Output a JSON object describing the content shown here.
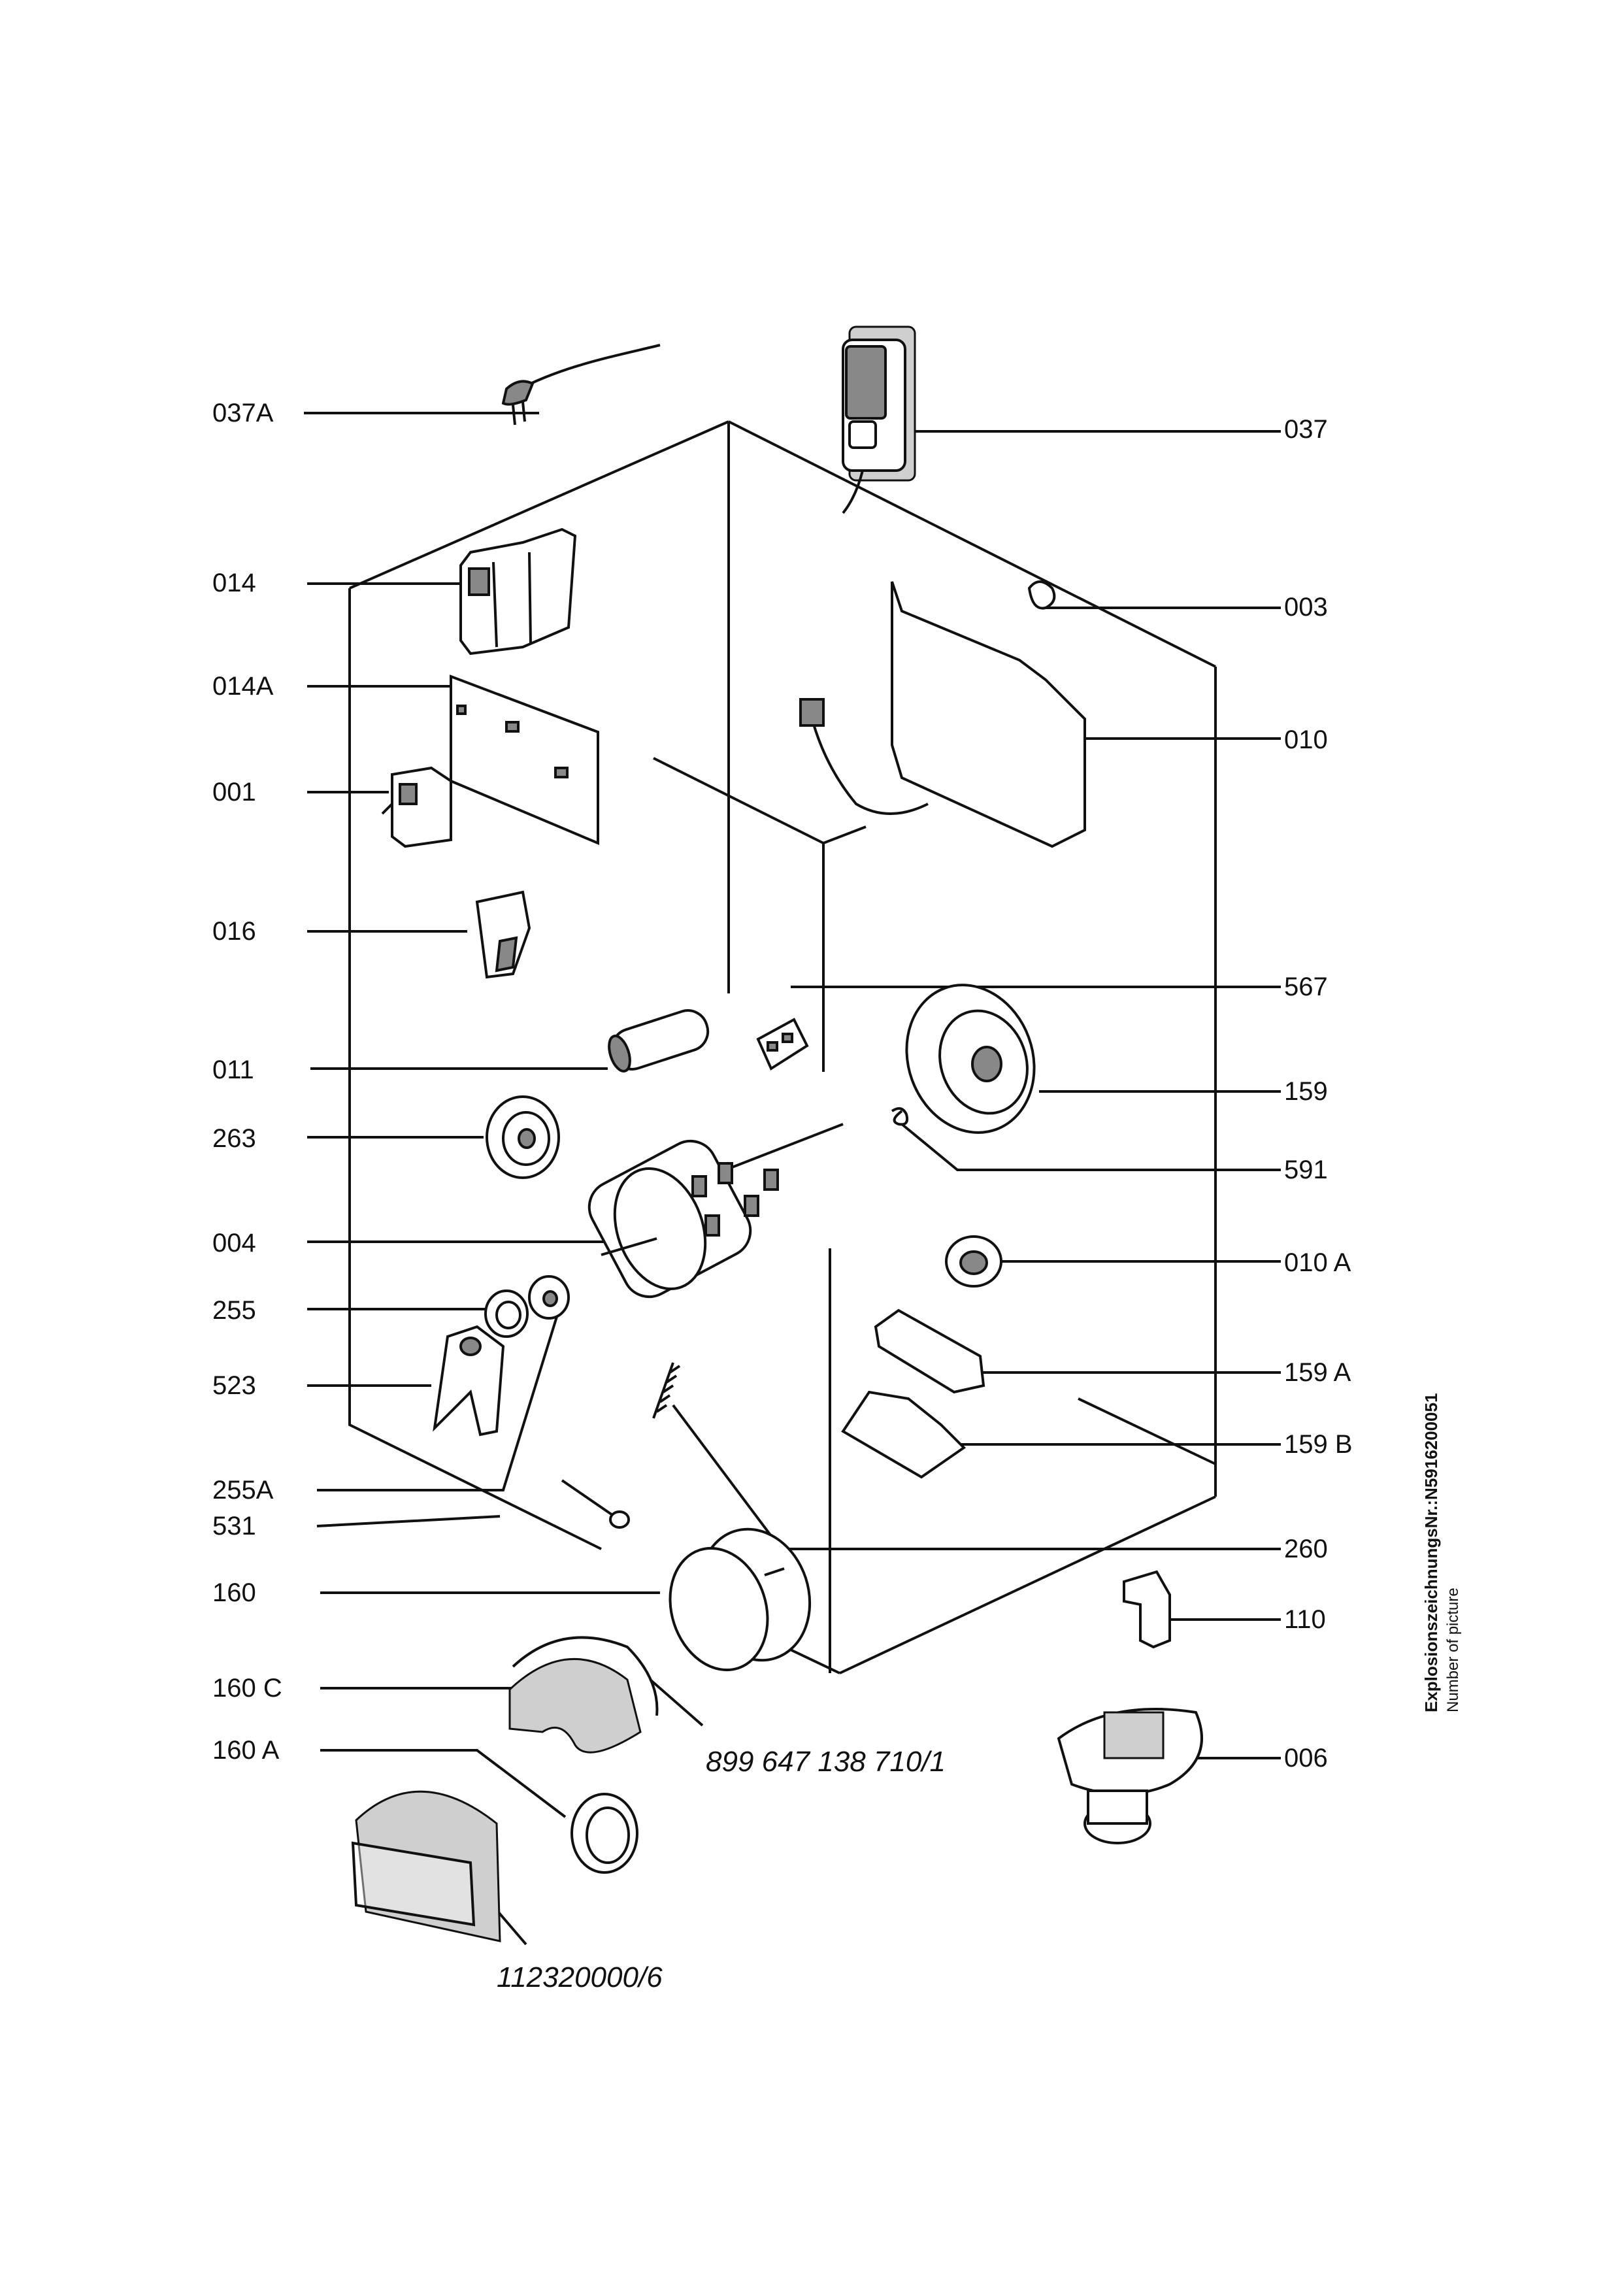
{
  "diagram": {
    "labels": {
      "l037A": "037A",
      "l037": "037",
      "l014": "014",
      "l003": "003",
      "l014A": "014A",
      "l010": "010",
      "l001": "001",
      "l016": "016",
      "l567": "567",
      "l011": "011",
      "l159": "159",
      "l263": "263",
      "l591": "591",
      "l004": "004",
      "l010A": "010 A",
      "l255": "255",
      "l159A": "159 A",
      "l523": "523",
      "l159B": "159 B",
      "l255A": "255A",
      "l531": "531",
      "l260": "260",
      "l160": "160",
      "l110": "110",
      "l160C": "160 C",
      "l160A": "160 A",
      "l006": "006"
    },
    "codes": {
      "kit_code": "899 647 138 710/1",
      "drawing_code": "112320000/6"
    },
    "side_text": {
      "line1": "ExplosionszeichnungsNr.:N5916200051",
      "line2": "Number of picture"
    }
  }
}
